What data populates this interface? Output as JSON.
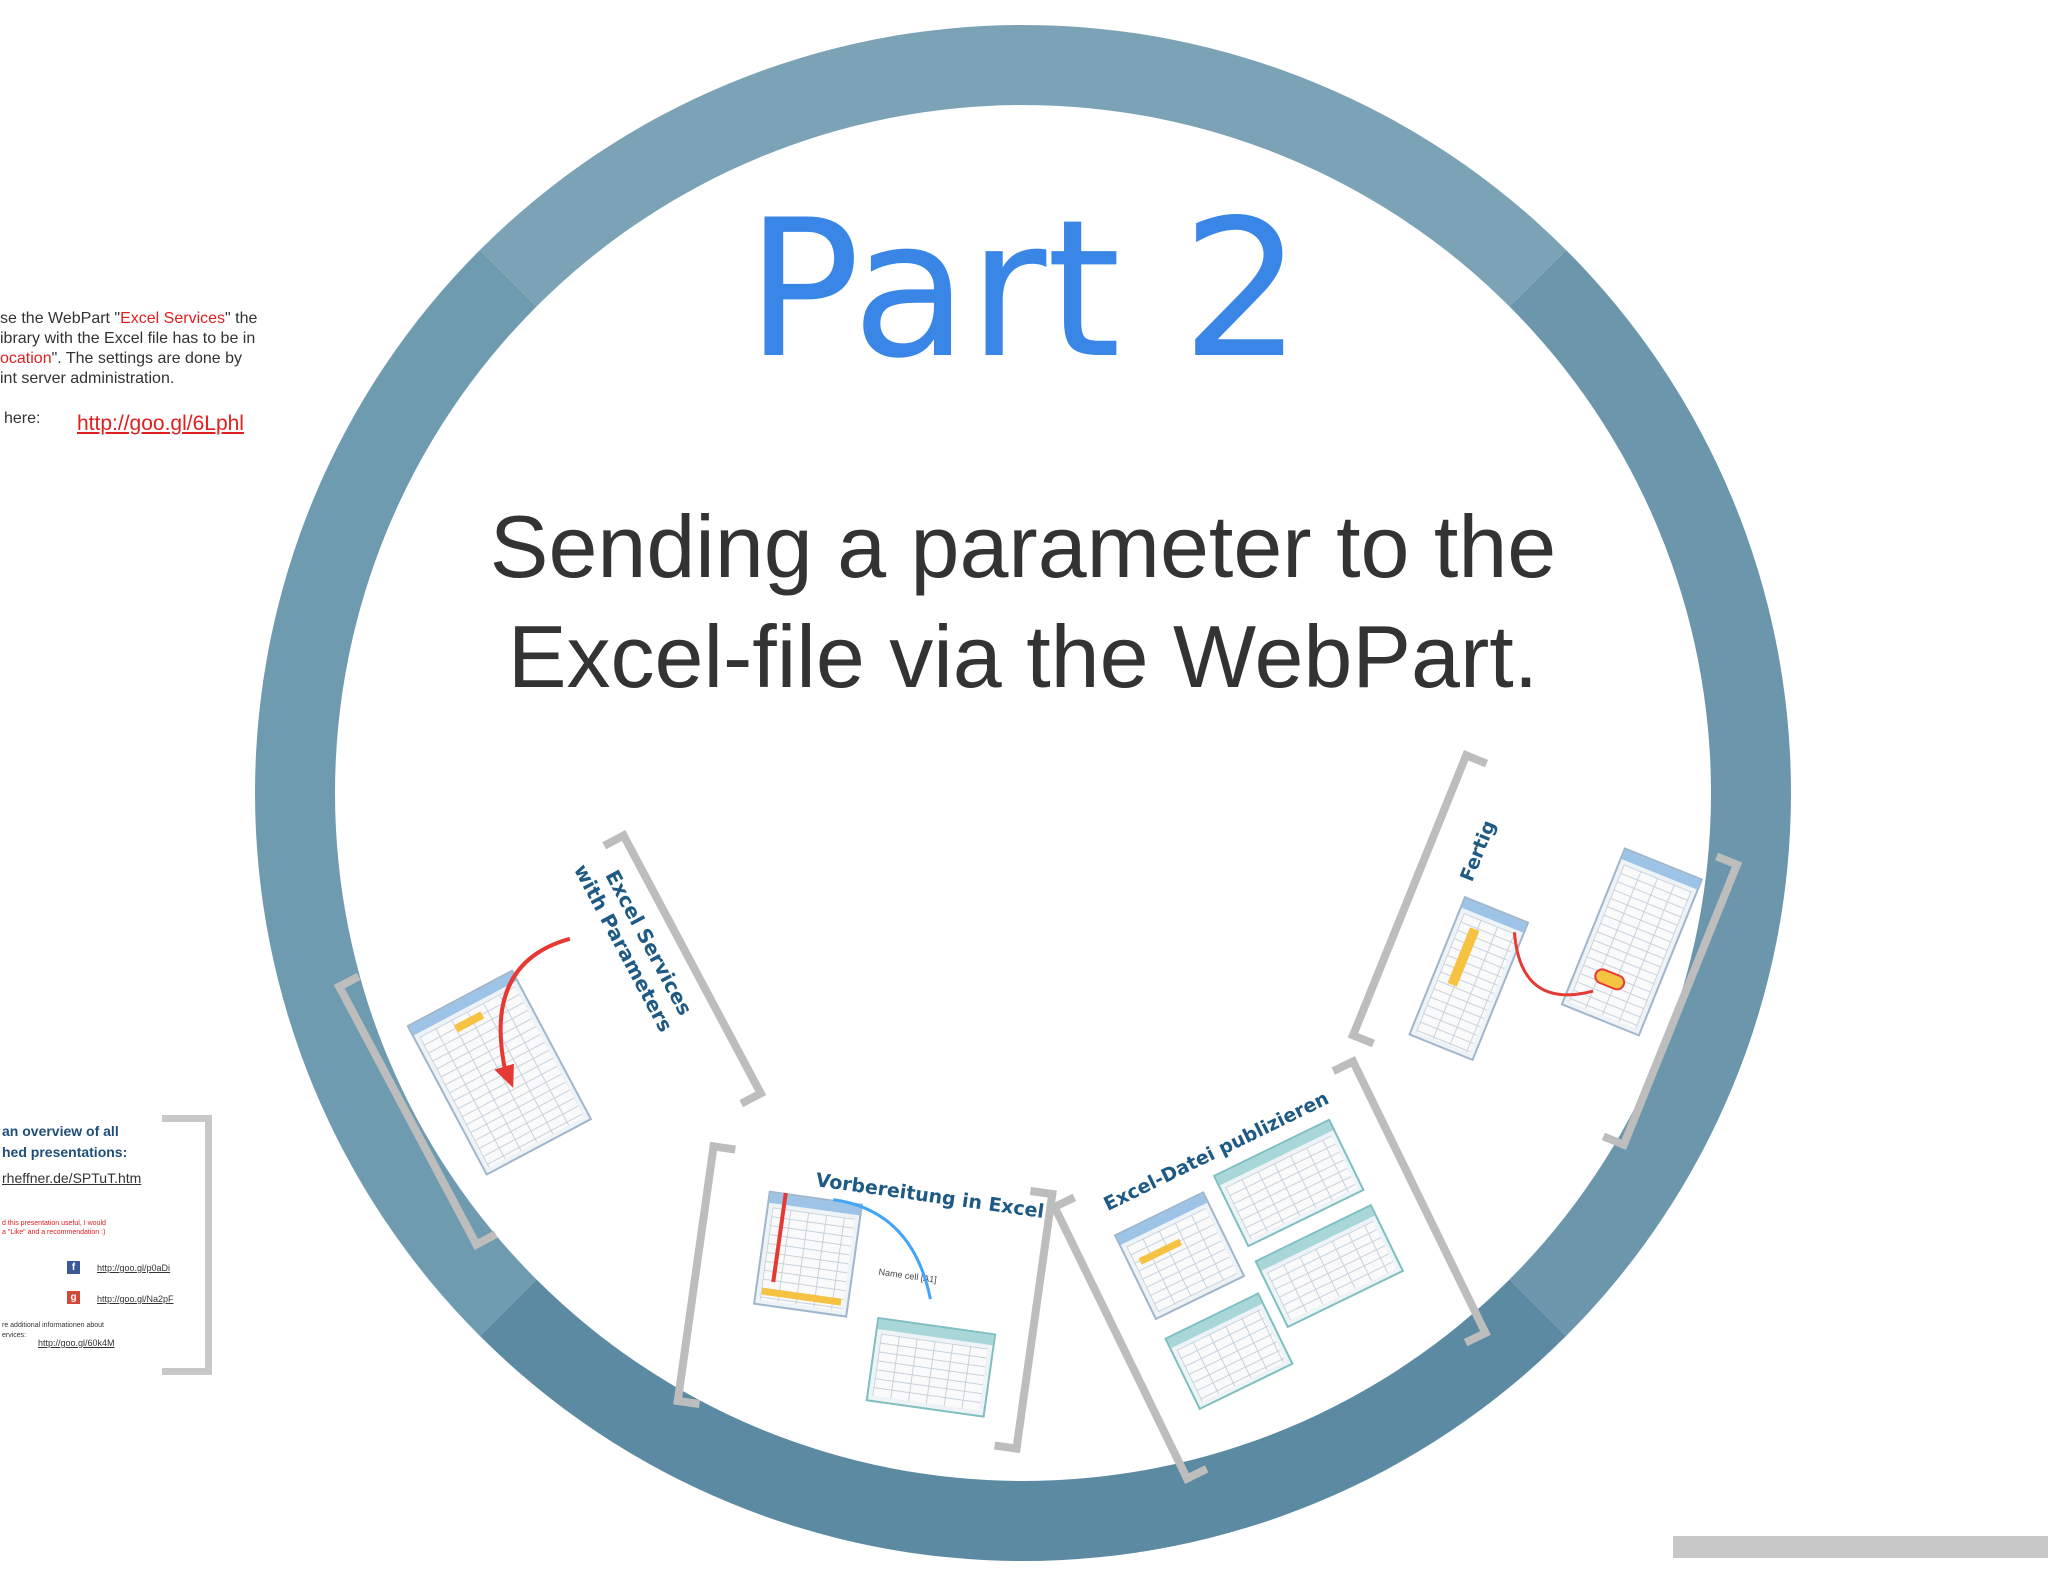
{
  "left_slide": {
    "line1_pre": "se the WebPart \"",
    "line1_red": "Excel Services",
    "line1_post": "\" the",
    "line2": "ibrary with the Excel file has to be in",
    "line3_red": "ocation",
    "line3_post": "\". The settings are done by",
    "line4": "int server administration.",
    "here_label": "here:",
    "link": "http://goo.gl/6Lphl"
  },
  "overview_slide": {
    "title_line1": "an overview of all",
    "title_line2": "hed presentations:",
    "link": "rheffner.de/SPTuT.htm",
    "note_line1": "d this presentation useful, I would",
    "note_line2": "a \"Like\" and a recommendation :)",
    "facebook_icon": "facebook-icon",
    "facebook_link": "http://goo.gl/p0aDi",
    "googleplus_icon": "google-plus-icon",
    "googleplus_link": "http://goo.gl/Na2pF",
    "more_line1": "re additional informationen about",
    "more_line2": "ervices:",
    "more_link": "http://goo.gl/60k4M"
  },
  "main": {
    "part_title": "Part 2",
    "subtitle_line1": "Sending a parameter to the",
    "subtitle_line2": "Excel-file via the WebPart."
  },
  "thumbnails": {
    "excel_services_line1": "Excel Services",
    "excel_services_line2": "with Parameters",
    "vorbereitung": "Vorbereitung in Excel",
    "name_cell": "Name cell [A1]",
    "publizieren": "Excel-Datei publizieren",
    "fertig": "Fertig"
  },
  "colors": {
    "accent_blue": "#3a86e6",
    "ring": "#6a98ad",
    "link_red": "#e02020",
    "heading_dark_blue": "#1f4e79"
  }
}
